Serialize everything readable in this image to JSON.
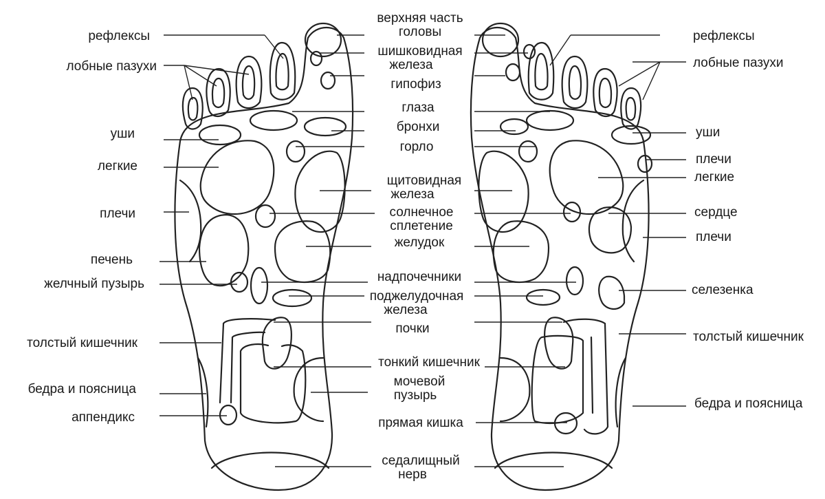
{
  "left_labels": {
    "reflexes": "рефлексы",
    "frontal_sinuses": "лобные пазухи",
    "ears": "уши",
    "lungs": "легкие",
    "shoulders": "плечи",
    "liver": "печень",
    "gallbladder": "желчный пузырь",
    "large_intestine": "толстый кишечник",
    "hips_lower_back": "бедра и поясница",
    "appendix": "аппендикс"
  },
  "center_labels": {
    "top_of_head_1": "верхняя часть",
    "top_of_head_2": "головы",
    "pineal_1": "шишковидная",
    "pineal_2": "железа",
    "pituitary": "гипофиз",
    "eyes": "глаза",
    "bronchi": "бронхи",
    "throat": "горло",
    "thyroid_1": "щитовидная",
    "thyroid_2": "железа",
    "solar_plexus_1": "солнечное",
    "solar_plexus_2": "сплетение",
    "stomach": "желудок",
    "adrenals": "надпочечники",
    "pancreas_1": "поджелудочная",
    "pancreas_2": "железа",
    "kidneys": "почки",
    "small_intestine": "тонкий кишечник",
    "bladder_1": "мочевой",
    "bladder_2": "пузырь",
    "rectum": "прямая кишка",
    "sciatic_1": "седалищный",
    "sciatic_2": "нерв"
  },
  "right_labels": {
    "reflexes": "рефлексы",
    "frontal_sinuses": "лобные пазухи",
    "ears": "уши",
    "shoulders_upper": "плечи",
    "lungs": "легкие",
    "heart": "сердце",
    "shoulders_lower": "плечи",
    "spleen": "селезенка",
    "large_intestine": "толстый кишечник",
    "hips_lower_back": "бедра и поясница"
  }
}
